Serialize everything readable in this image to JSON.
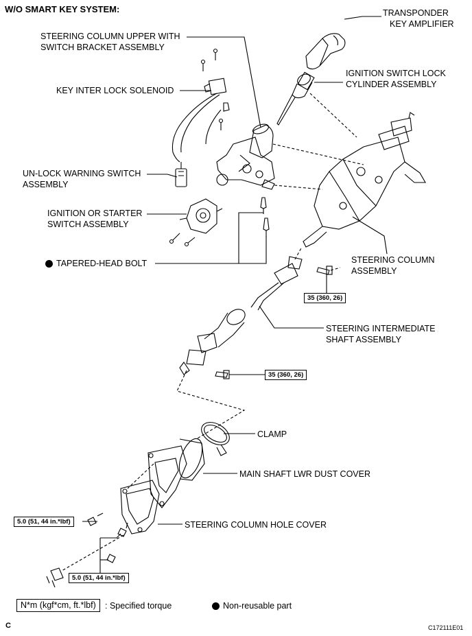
{
  "title": "W/O SMART KEY SYSTEM:",
  "labels": {
    "transponder": [
      "TRANSPONDER",
      "KEY AMPLIFIER"
    ],
    "upper_column": [
      "STEERING COLUMN UPPER WITH",
      "SWITCH BRACKET ASSEMBLY"
    ],
    "ignition_lock": [
      "IGNITION SWITCH LOCK",
      "CYLINDER ASSEMBLY"
    ],
    "interlock": [
      "KEY INTER LOCK SOLENOID"
    ],
    "unlock_switch": [
      "UN-LOCK WARNING SWITCH",
      "ASSEMBLY"
    ],
    "ignition_switch": [
      "IGNITION OR STARTER",
      "SWITCH ASSEMBLY"
    ],
    "tapered_bolt": [
      "TAPERED-HEAD BOLT"
    ],
    "column_assy": [
      "STEERING COLUMN",
      "ASSEMBLY"
    ],
    "intermediate": [
      "STEERING INTERMEDIATE",
      "SHAFT ASSEMBLY"
    ],
    "clamp": [
      "CLAMP"
    ],
    "dust_cover": [
      "MAIN SHAFT LWR DUST COVER"
    ],
    "hole_cover": [
      "STEERING COLUMN HOLE COVER"
    ]
  },
  "torques": {
    "upper": "35 (360, 26)",
    "lower": "35 (360, 26)",
    "cover_left": "5.0 (51, 44 in.*lbf)",
    "cover_bottom": "5.0 (51, 44 in.*lbf)"
  },
  "legend": {
    "torque_box": "N*m (kgf*cm, ft.*lbf)",
    "torque_text": ": Specified torque",
    "nonreusable_text": "Non-reusable part"
  },
  "corner_left": "C",
  "corner_right": "C172111E01"
}
